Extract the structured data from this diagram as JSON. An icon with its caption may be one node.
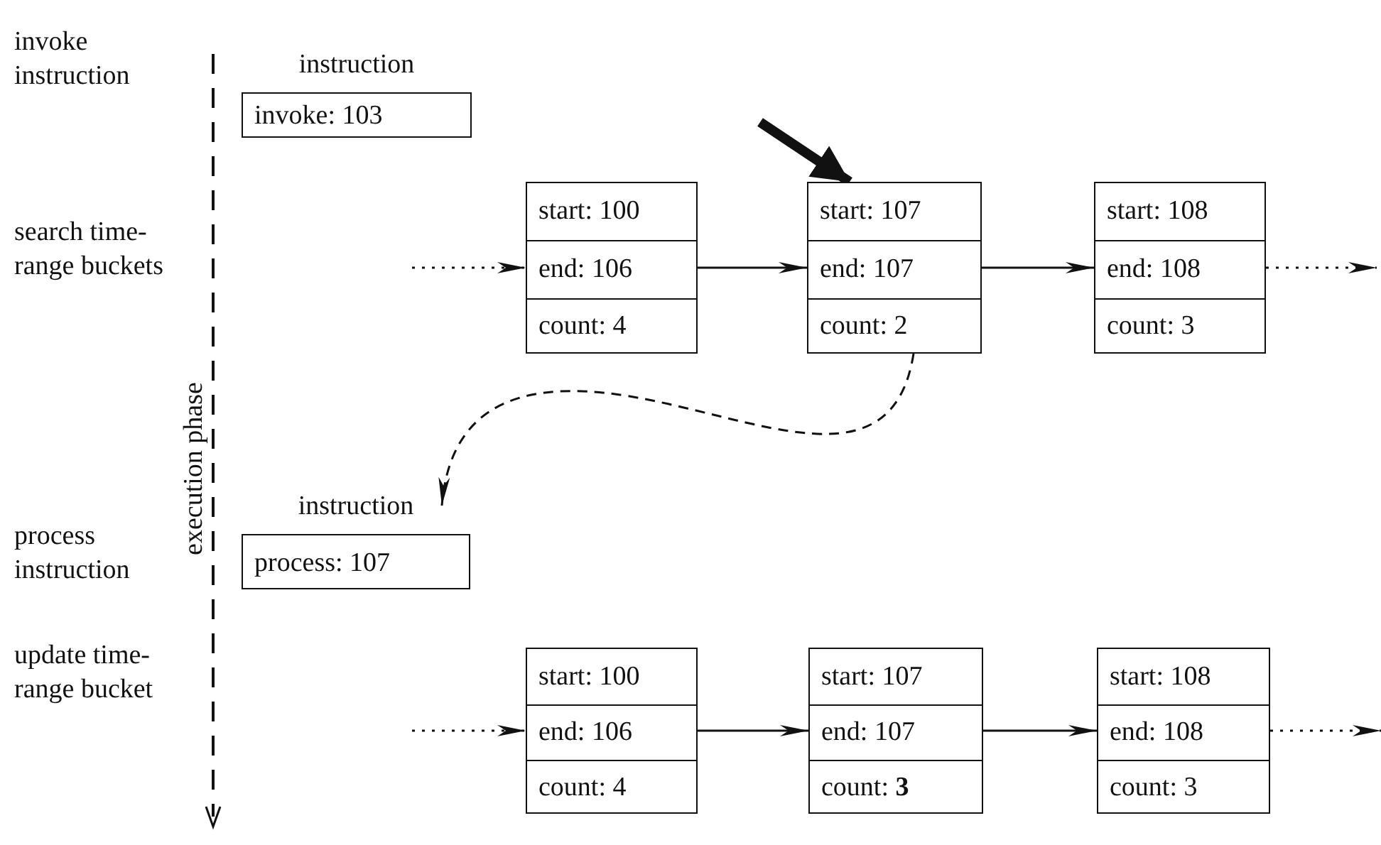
{
  "diagram": {
    "nodes": [
      {
        "text": [
          "instruction",
          "invoke: 103"
        ]
      },
      {
        "text": [
          "start: 100",
          "end: 106",
          "count: 4"
        ]
      },
      {
        "text": [
          "start: 107",
          "end: 107",
          "count: 2"
        ]
      },
      {
        "text": [
          "start: 108",
          "end: 108",
          "count: 3"
        ]
      },
      {
        "text": [
          "instruction",
          "process: 107"
        ]
      },
      {
        "text": [
          "start: 100",
          "end: 106",
          "count: 4"
        ]
      },
      {
        "text": [
          "start: 107",
          "end: 107",
          "count: **3**"
        ]
      },
      {
        "text": [
          "start: 108",
          "end: 108",
          "count: 3"
        ]
      }
    ],
    "edges": [
      {
        "from": null,
        "to": 2,
        "arrow": "to",
        "style": "thick"
      },
      {
        "from": null,
        "to": 1,
        "arrow": "to",
        "style": "dashed"
      },
      {
        "from": 1,
        "to": 2,
        "arrow": "to"
      },
      {
        "from": 2,
        "to": 3,
        "arrow": "to"
      },
      {
        "from": 3,
        "to": null,
        "arrow": "to",
        "style": "dashed"
      },
      {
        "from": 2,
        "to": 4,
        "arrow": "to",
        "style": "dashed"
      },
      {
        "from": null,
        "to": 5,
        "arrow": "to",
        "style": "dashed"
      },
      {
        "from": 5,
        "to": 6,
        "arrow": "to"
      },
      {
        "from": 6,
        "to": 7,
        "arrow": "to"
      },
      {
        "from": 7,
        "to": null,
        "arrow": "to",
        "style": "dashed"
      }
    ],
    "labels": [
      "invoke instruction",
      "search time-range buckets",
      "execution phase",
      "process instruction",
      "update time-range bucket"
    ]
  }
}
